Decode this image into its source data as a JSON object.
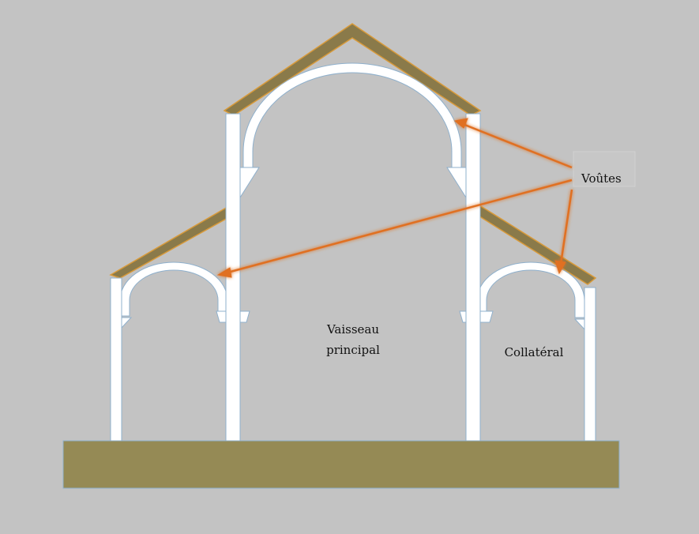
{
  "labels": {
    "vaults": "Voûtes",
    "nave": [
      "Vaisseau",
      "principal"
    ],
    "aisle": "Collatéral"
  },
  "colors": {
    "background": "#c3c3c3",
    "ground": "#958a55",
    "roof": "#8a7a4a",
    "roof_edge": "#d89a3a",
    "structure": "#ffffff",
    "structure_outline": "#8fb0cc",
    "arrow": "#e07020"
  }
}
